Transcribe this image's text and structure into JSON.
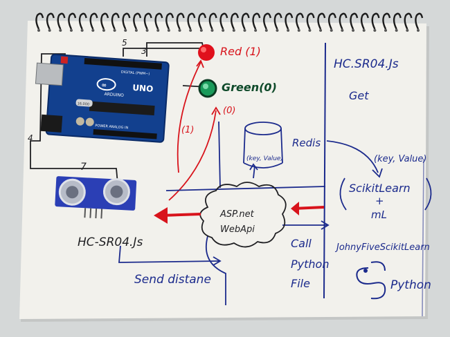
{
  "notebook": {
    "ring_count": 36,
    "colors": {
      "paper": "#f3f2ee",
      "paper_shadow": "#c9cbca",
      "ring": "#1c1c1c",
      "ink_black": "#1f1f22",
      "ink_blue": "#1b2a8c",
      "ink_red": "#d8131b",
      "ink_green": "#0f4a2a",
      "led_red": "#e0101c",
      "led_green": "#1a9a5a",
      "board_blue": "#12408e",
      "sensor_blue": "#2b3fb5"
    }
  },
  "hardware": {
    "board_brand": "ARDUINO",
    "board_model": "UNO",
    "board_side_label": "DIGITAL (PWM~)",
    "board_bottom_label": "POWER   ANALOG IN",
    "crystal_label": "16.000",
    "pin_label_top": "5",
    "pin_label_right": "3",
    "pin_label_left": "4",
    "pin_label_sensor": "7"
  },
  "labels": {
    "led_red": "Red (1)",
    "led_green": "Green(0)",
    "signal_zero": "(0)",
    "signal_one": "(1)",
    "redis": "Redis",
    "redis_contents": "(key, Value)",
    "hc_module_right": "HC.SR04.Js",
    "get": "Get",
    "key_value": "(key, Value)",
    "scikit": "ScikitLearn",
    "plus": "+",
    "ml": "mL",
    "cloud": "ASP.net\nWebApi",
    "hc_module_left": "HC-SR04.Js",
    "send_distance": "Send distane",
    "call_python": "Call\nPython\nFile",
    "johnny_five": "JohnyFiveScikitLearn",
    "python": "Python"
  }
}
